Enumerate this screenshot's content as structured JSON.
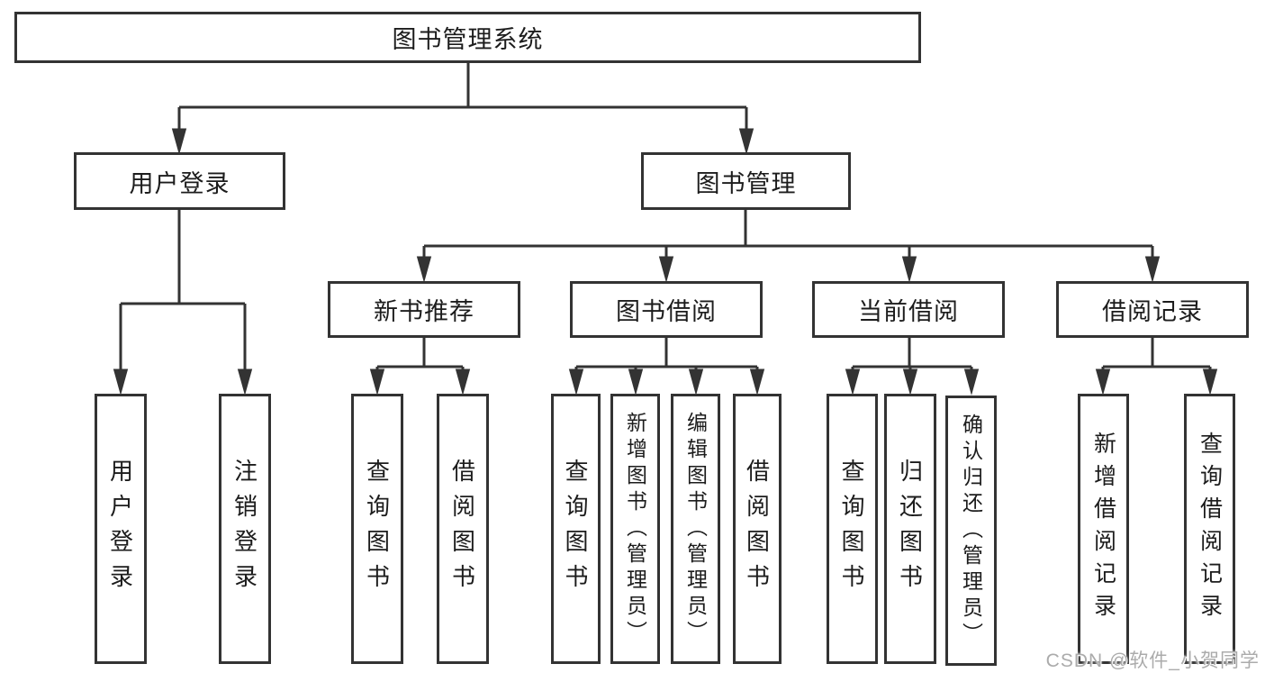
{
  "diagram": {
    "root": {
      "label": "图书管理系统"
    },
    "branches": [
      {
        "label": "用户登录",
        "children": [
          {
            "label": "用户登录"
          },
          {
            "label": "注销登录"
          }
        ]
      },
      {
        "label": "图书管理",
        "children": [
          {
            "label": "新书推荐",
            "children": [
              {
                "label": "查询图书"
              },
              {
                "label": "借阅图书"
              }
            ]
          },
          {
            "label": "图书借阅",
            "children": [
              {
                "label": "查询图书"
              },
              {
                "label": "新增图书（管理员）"
              },
              {
                "label": "编辑图书（管理员）"
              },
              {
                "label": "借阅图书"
              }
            ]
          },
          {
            "label": "当前借阅",
            "children": [
              {
                "label": "查询图书"
              },
              {
                "label": "归还图书"
              },
              {
                "label": "确认归还（管理员）"
              }
            ]
          },
          {
            "label": "借阅记录",
            "children": [
              {
                "label": "新增借阅记录"
              },
              {
                "label": "查询借阅记录"
              }
            ]
          }
        ]
      }
    ]
  },
  "colors": {
    "line": "#333333",
    "text": "#1c1c1c",
    "watermark": "#ababab",
    "background": "#ffffff"
  },
  "watermark": "CSDN @软件_小贺同学"
}
